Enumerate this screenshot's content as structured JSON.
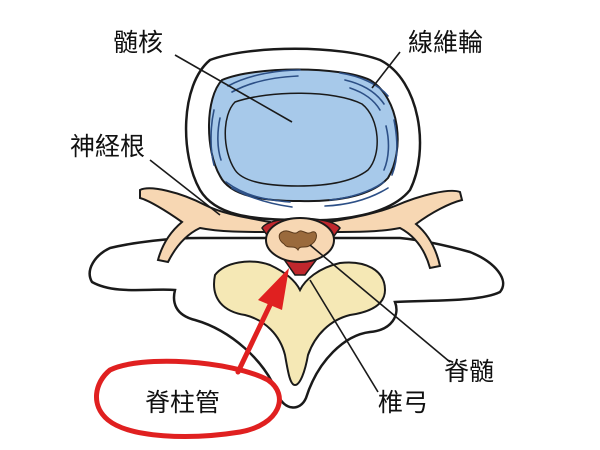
{
  "labels": {
    "nucleus_pulposus": "髄核",
    "annulus_fibrosus": "線維輪",
    "nerve_root": "神経根",
    "spinal_cord": "脊髄",
    "vertebral_arch": "椎弓",
    "spinal_canal": "脊柱管"
  },
  "colors": {
    "outline": "#1a1a1a",
    "disc_outer": "#ffffff",
    "disc_inner": "#a7c9ea",
    "disc_lines": "#2c4f86",
    "nerve": "#f7d7b3",
    "spinal_cord_gray": "#9a6a3c",
    "canal_red": "#c0272d",
    "bone_inner": "#f5e8b5",
    "highlight": "#e02020"
  }
}
